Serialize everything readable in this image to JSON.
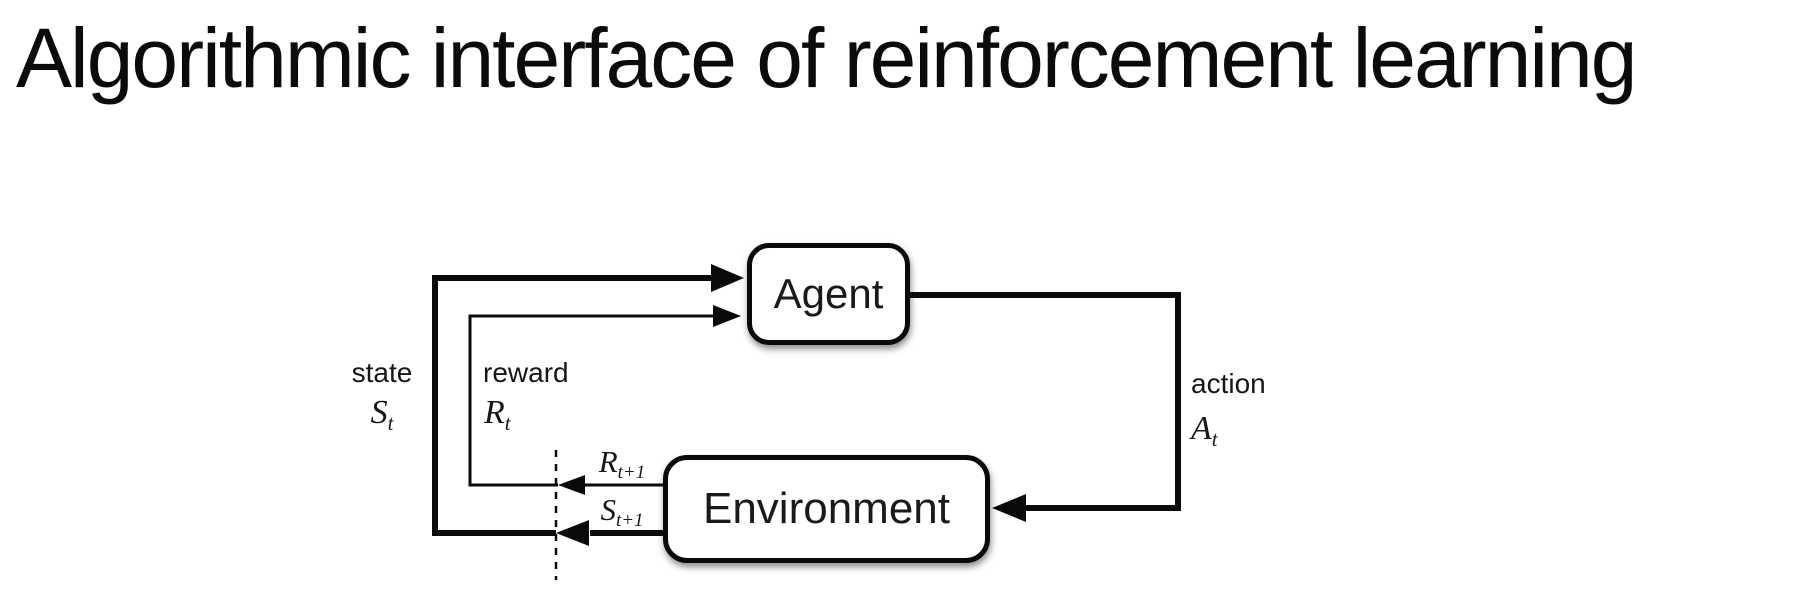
{
  "title": "Algorithmic interface of reinforcement learning",
  "diagram": {
    "nodes": {
      "agent": {
        "label": "Agent"
      },
      "environment": {
        "label": "Environment"
      }
    },
    "edges": {
      "state": {
        "label": "state",
        "symbol_base": "S",
        "symbol_sub": "t"
      },
      "reward": {
        "label": "reward",
        "symbol_base": "R",
        "symbol_sub": "t"
      },
      "action": {
        "label": "action",
        "symbol_base": "A",
        "symbol_sub": "t"
      },
      "next_reward": {
        "symbol_base": "R",
        "symbol_sub": "t+1"
      },
      "next_state": {
        "symbol_base": "S",
        "symbol_sub": "t+1"
      }
    },
    "colors": {
      "line": "#0a0a0a",
      "box_fill": "#ffffff",
      "text": "#161616",
      "background": "#ffffff"
    }
  }
}
